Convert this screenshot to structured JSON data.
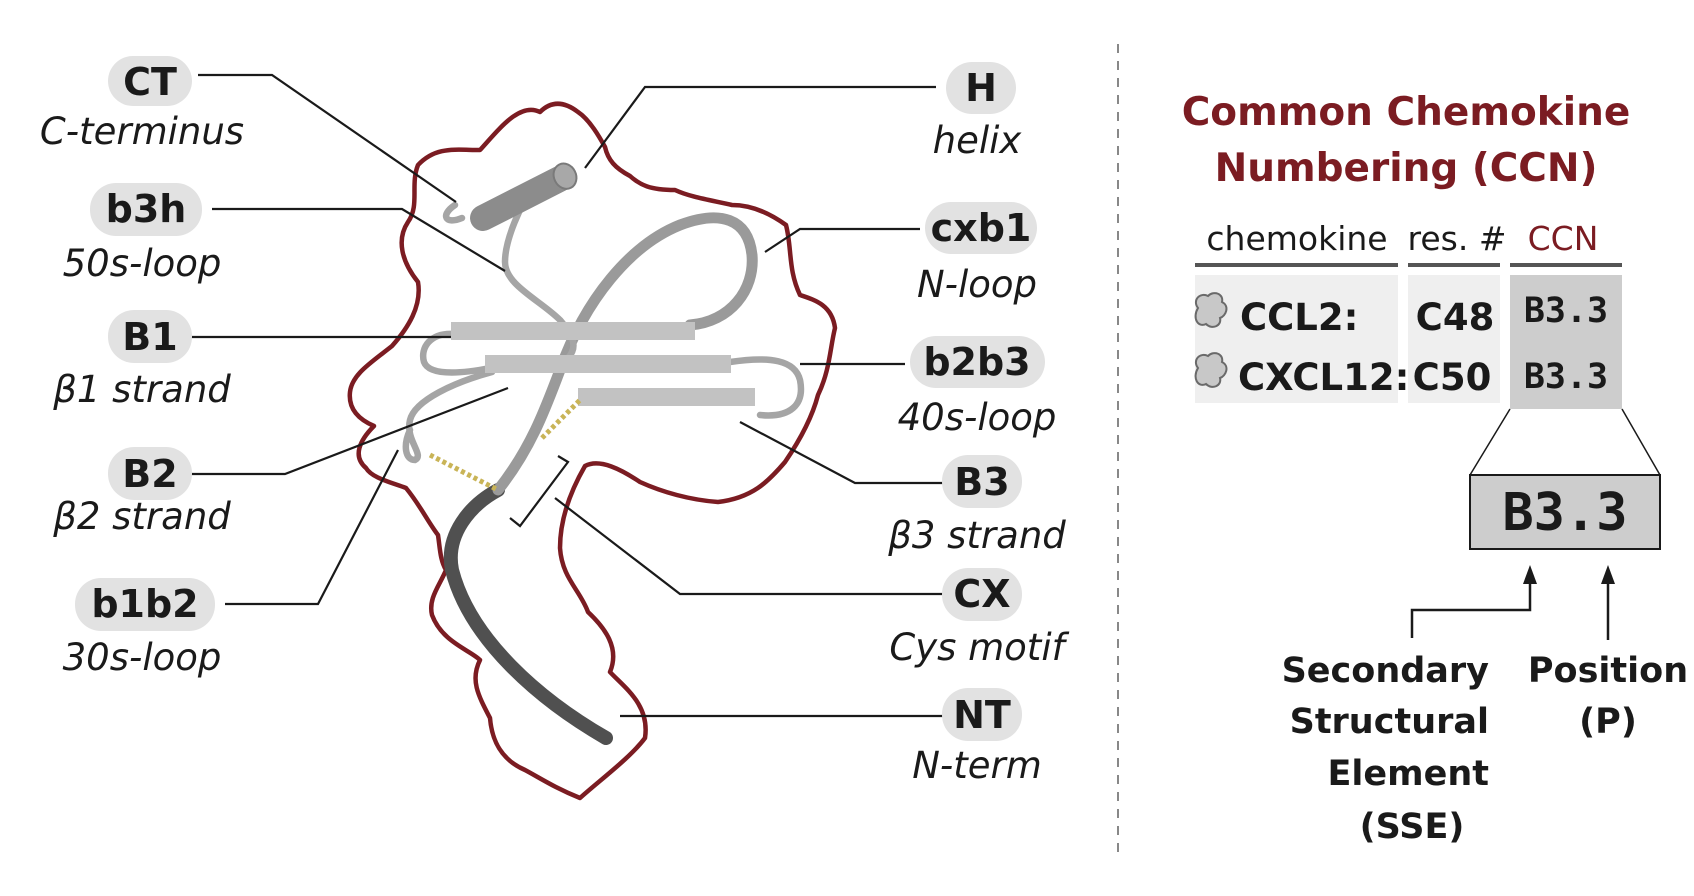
{
  "colors": {
    "outline": "#7b1c22",
    "pill": "#e2e2e2",
    "strand": "#c2c2c2",
    "loop": "#9a9a9a",
    "nterm": "#505050",
    "disulfide": "#c9b457",
    "accent_text": "#7b1c22"
  },
  "left_labels": [
    {
      "code": "CT",
      "desc": "C-terminus"
    },
    {
      "code": "b3h",
      "desc": "50s-loop"
    },
    {
      "code": "B1",
      "desc": "β1 strand"
    },
    {
      "code": "B2",
      "desc": "β2 strand"
    },
    {
      "code": "b1b2",
      "desc": "30s-loop"
    }
  ],
  "right_labels": [
    {
      "code": "H",
      "desc": "helix"
    },
    {
      "code": "cxb1",
      "desc": "N-loop"
    },
    {
      "code": "b2b3",
      "desc": "40s-loop"
    },
    {
      "code": "B3",
      "desc": "β3 strand"
    },
    {
      "code": "CX",
      "desc": "Cys motif"
    },
    {
      "code": "NT",
      "desc": "N-term"
    }
  ],
  "ccn": {
    "title_line1": "Common Chemokine",
    "title_line2": "Numbering (CCN)",
    "col_chemokine": "chemokine",
    "col_res": "res. #",
    "col_ccn": "CCN",
    "rows": [
      {
        "icon": "protein-blob-icon",
        "chemokine": "CCL2:",
        "res": "C48",
        "ccn": "B3.3"
      },
      {
        "icon": "protein-blob-icon",
        "chemokine": "CXCL12:",
        "res": "C50",
        "ccn": "B3.3"
      }
    ],
    "zoom_value": "B3.3",
    "sse_line1": "Secondary",
    "sse_line2": "Structural",
    "sse_line3": "Element",
    "sse_line4": "(SSE)",
    "pos_line1": "Position",
    "pos_line2": "(P)"
  }
}
